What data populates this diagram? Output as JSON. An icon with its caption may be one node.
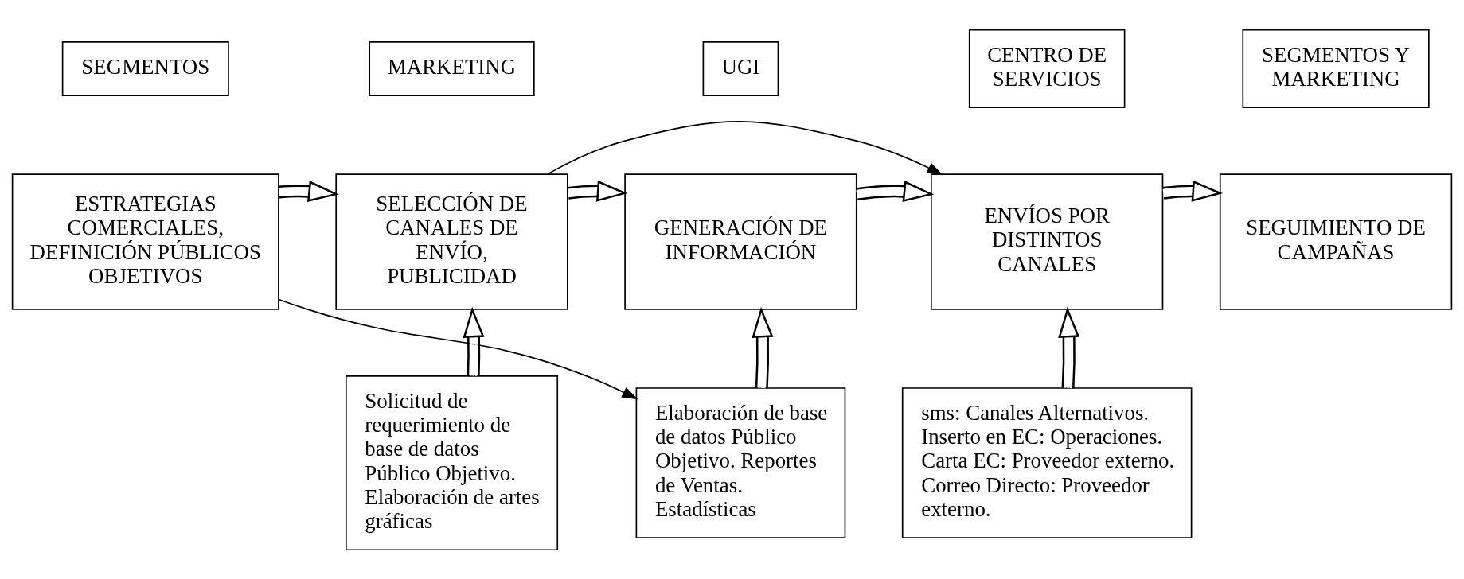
{
  "diagram": {
    "nodes": [
      {
        "text": [
          "SEGMENTOS"
        ]
      },
      {
        "text": [
          "MARKETING"
        ]
      },
      {
        "text": [
          "UGI"
        ]
      },
      {
        "text": [
          "CENTRO DE SERVICIOS"
        ]
      },
      {
        "text": [
          "SEGMENTOS Y MARKETING"
        ]
      },
      {
        "text": [
          "ESTRATEGIAS COMERCIALES, DEFINICIÓN PÚBLICOS OBJETIVOS"
        ]
      },
      {
        "text": [
          "SELECCIÓN DE CANALES DE ENVÍO, PUBLICIDAD"
        ]
      },
      {
        "text": [
          "GENERACIÓN DE INFORMACIÓN"
        ]
      },
      {
        "text": [
          "ENVÍOS POR DISTINTOS CANALES"
        ]
      },
      {
        "text": [
          "SEGUIMIENTO DE CAMPAÑAS"
        ]
      },
      {
        "text": [
          "Solicitud de requerimiento de base de datos Público Objetivo. Elaboración de artes gráficas"
        ]
      },
      {
        "text": [
          "Elaboración de base de datos Público Objetivo. Reportes de Ventas. Estadísticas"
        ]
      },
      {
        "text": [
          "sms: Canales Alternativos. Inserto en EC: Operaciones. Carta EC: Proveedor externo. Correo Directo: Proveedor externo."
        ]
      }
    ],
    "edges": [
      {
        "from": 5,
        "to": 6,
        "arrow": "to"
      },
      {
        "from": 6,
        "to": 7,
        "arrow": "to"
      },
      {
        "from": 7,
        "to": 8,
        "arrow": "to"
      },
      {
        "from": 8,
        "to": 9,
        "arrow": "to"
      },
      {
        "from": 10,
        "to": 6,
        "arrow": "to"
      },
      {
        "from": 11,
        "to": 7,
        "arrow": "to"
      },
      {
        "from": 12,
        "to": 8,
        "arrow": "to"
      },
      {
        "from": 6,
        "to": 8,
        "arrow": "to"
      },
      {
        "from": 5,
        "to": 11,
        "arrow": "to"
      }
    ]
  }
}
